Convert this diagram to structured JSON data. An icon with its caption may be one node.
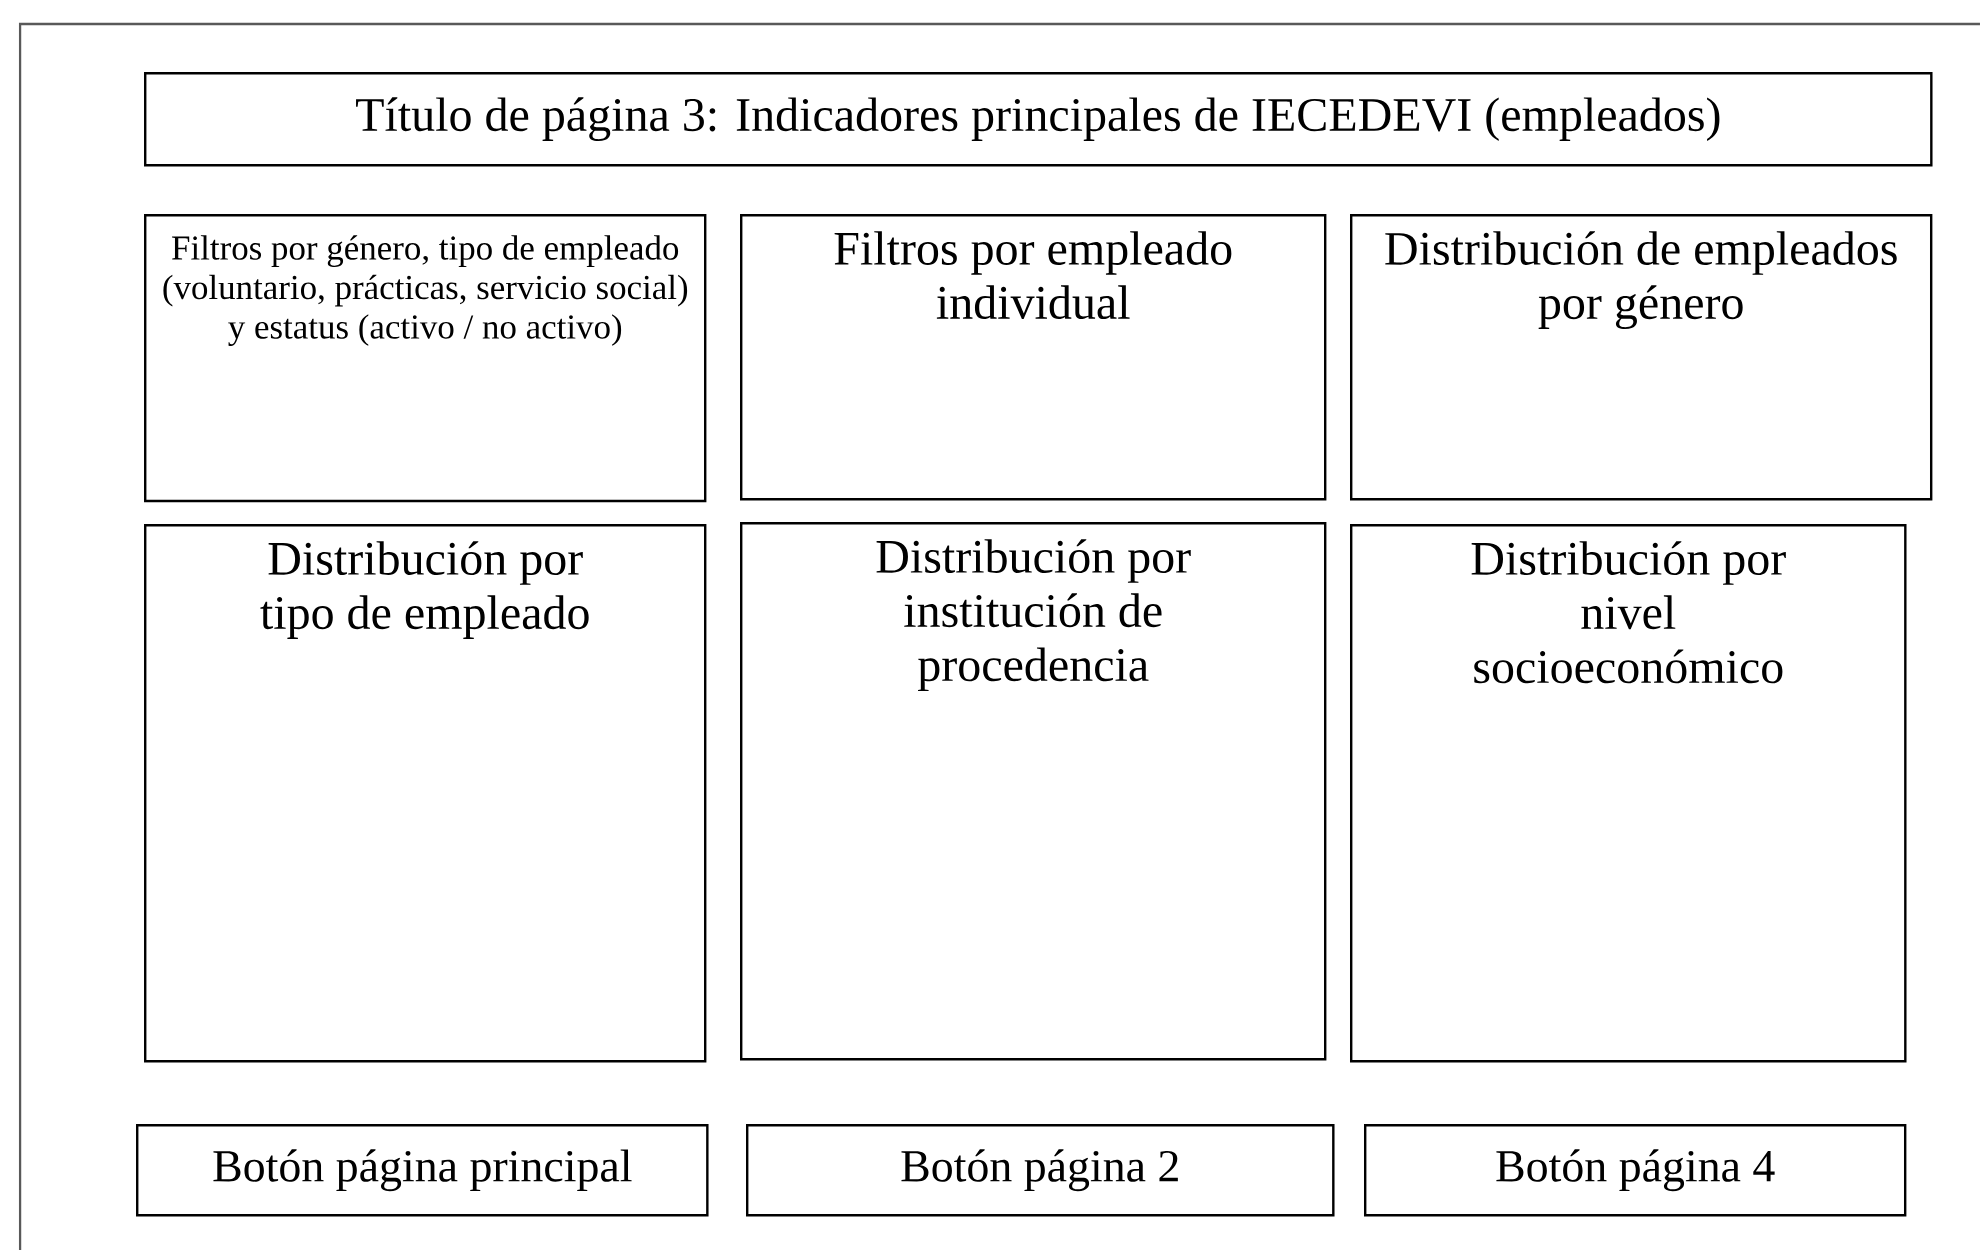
{
  "diagram": {
    "nodes": [
      {
        "text": [
          "Título de página 3: Indicadores principales de IECEDEVI (empleados)"
        ]
      },
      {
        "text": [
          "Filtros por género, tipo de empleado (voluntario, prácticas, servicio social) y estatus (activo / no activo)"
        ]
      },
      {
        "text": [
          "Filtros por empleado individual"
        ]
      },
      {
        "text": [
          "Distribución de empleados por género"
        ]
      },
      {
        "text": [
          "Distribución por tipo de empleado"
        ]
      },
      {
        "text": [
          "Distribución por institución de procedencia"
        ]
      },
      {
        "text": [
          "Distribución por nivel socioeconómico"
        ]
      },
      {
        "text": [
          "Botón página principal"
        ]
      },
      {
        "text": [
          "Botón página 2"
        ]
      },
      {
        "text": [
          "Botón página 4"
        ]
      }
    ]
  }
}
